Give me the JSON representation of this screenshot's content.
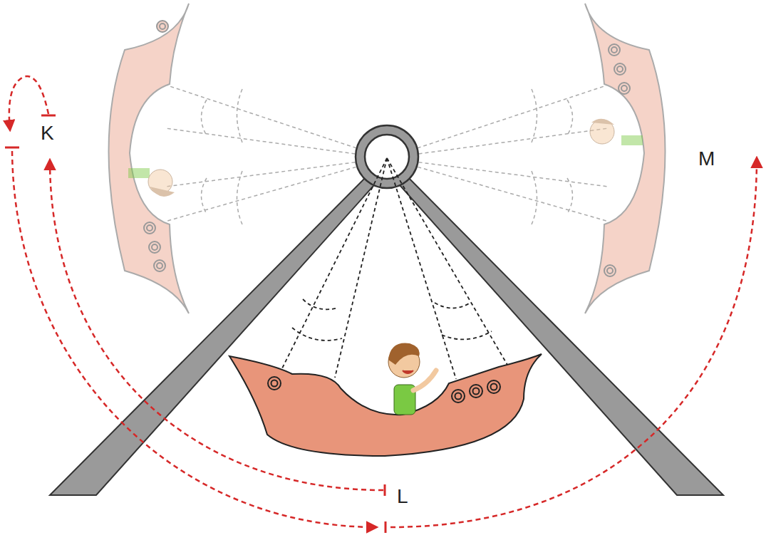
{
  "diagram": {
    "labels": [
      "K",
      "L",
      "M"
    ]
  }
}
